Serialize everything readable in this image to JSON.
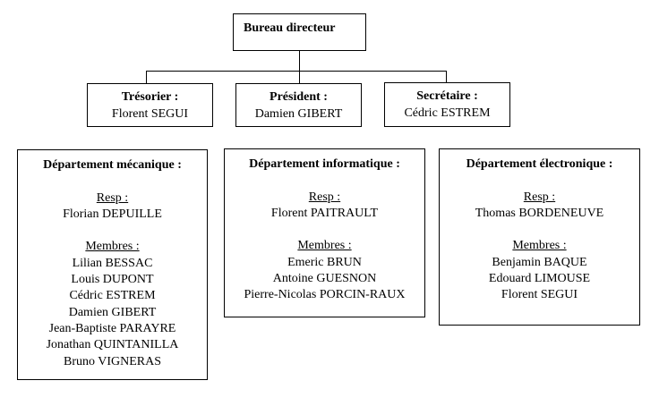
{
  "bureau": {
    "title": "Bureau directeur"
  },
  "officers": [
    {
      "role": "Trésorier :",
      "name": "Florent SEGUI"
    },
    {
      "role": "Président :",
      "name": "Damien GIBERT"
    },
    {
      "role": "Secrétaire :",
      "name": "Cédric ESTREM"
    }
  ],
  "departments": [
    {
      "title": "Département mécanique :",
      "resp_label": "Resp :",
      "resp": "Florian DEPUILLE",
      "members_label": "Membres :",
      "members": [
        "Lilian BESSAC",
        "Louis DUPONT",
        "Cédric ESTREM",
        "Damien GIBERT",
        "Jean-Baptiste PARAYRE",
        "Jonathan QUINTANILLA",
        "Bruno VIGNERAS"
      ]
    },
    {
      "title": "Département informatique :",
      "resp_label": "Resp :",
      "resp": "Florent PAITRAULT",
      "members_label": "Membres :",
      "members": [
        "Emeric BRUN",
        "Antoine GUESNON",
        "Pierre-Nicolas PORCIN-RAUX"
      ]
    },
    {
      "title": "Département électronique :",
      "resp_label": "Resp :",
      "resp": "Thomas BORDENEUVE",
      "members_label": "Membres :",
      "members": [
        "Benjamin BAQUE",
        "Edouard LIMOUSE",
        "Florent SEGUI"
      ]
    }
  ]
}
